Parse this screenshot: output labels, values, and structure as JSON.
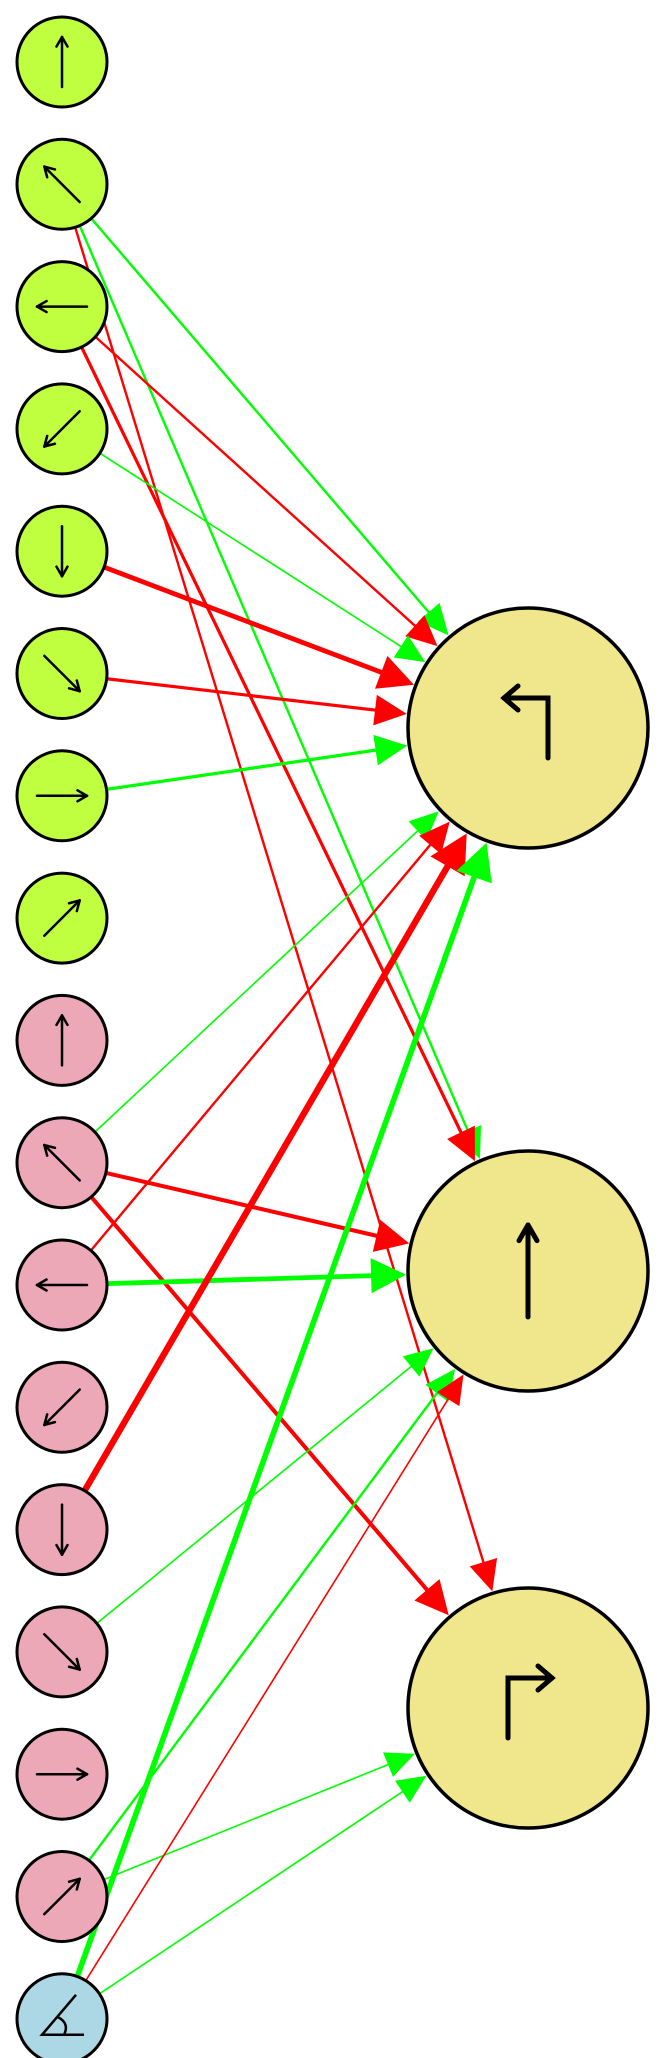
{
  "colors": {
    "green_node": "#c0ff40",
    "pink_node": "#eda8b8",
    "blue_node": "#acd8e6",
    "output_node": "#f0e68c",
    "positive_edge": "#00ff00",
    "negative_edge": "#ff0000",
    "stroke": "#000000"
  },
  "input_nodes": [
    {
      "id": "g-up",
      "group": "green",
      "icon": "arrow-up-icon"
    },
    {
      "id": "g-up-left",
      "group": "green",
      "icon": "arrow-up-left-icon"
    },
    {
      "id": "g-left",
      "group": "green",
      "icon": "arrow-left-icon"
    },
    {
      "id": "g-down-left",
      "group": "green",
      "icon": "arrow-down-left-icon"
    },
    {
      "id": "g-down",
      "group": "green",
      "icon": "arrow-down-icon"
    },
    {
      "id": "g-down-right",
      "group": "green",
      "icon": "arrow-down-right-icon"
    },
    {
      "id": "g-right",
      "group": "green",
      "icon": "arrow-right-icon"
    },
    {
      "id": "g-up-right",
      "group": "green",
      "icon": "arrow-up-right-icon"
    },
    {
      "id": "p-up",
      "group": "pink",
      "icon": "arrow-up-icon"
    },
    {
      "id": "p-up-left",
      "group": "pink",
      "icon": "arrow-up-left-icon"
    },
    {
      "id": "p-left",
      "group": "pink",
      "icon": "arrow-left-icon"
    },
    {
      "id": "p-down-left",
      "group": "pink",
      "icon": "arrow-down-left-icon"
    },
    {
      "id": "p-down",
      "group": "pink",
      "icon": "arrow-down-icon"
    },
    {
      "id": "p-down-right",
      "group": "pink",
      "icon": "arrow-down-right-icon"
    },
    {
      "id": "p-right",
      "group": "pink",
      "icon": "arrow-right-icon"
    },
    {
      "id": "p-up-right",
      "group": "pink",
      "icon": "arrow-up-right-icon"
    },
    {
      "id": "b-angle",
      "group": "blue",
      "icon": "angle-icon"
    }
  ],
  "output_nodes": [
    {
      "id": "out-turn-left",
      "icon": "turn-left-icon"
    },
    {
      "id": "out-forward",
      "icon": "arrow-up-icon"
    },
    {
      "id": "out-turn-right",
      "icon": "turn-right-icon"
    }
  ],
  "edges": [
    {
      "from": "g-up-left",
      "to": "out-turn-left",
      "sign": "positive",
      "weight": 1.5
    },
    {
      "from": "g-up-left",
      "to": "out-forward",
      "sign": "positive",
      "weight": 1.5
    },
    {
      "from": "g-up-left",
      "to": "out-turn-right",
      "sign": "negative",
      "weight": 1.5
    },
    {
      "from": "g-left",
      "to": "out-turn-left",
      "sign": "negative",
      "weight": 1.5
    },
    {
      "from": "g-left",
      "to": "out-forward",
      "sign": "negative",
      "weight": 2
    },
    {
      "from": "g-down-left",
      "to": "out-turn-left",
      "sign": "positive",
      "weight": 1
    },
    {
      "from": "g-down",
      "to": "out-turn-left",
      "sign": "negative",
      "weight": 3
    },
    {
      "from": "g-down-right",
      "to": "out-turn-left",
      "sign": "negative",
      "weight": 2
    },
    {
      "from": "g-right",
      "to": "out-turn-left",
      "sign": "positive",
      "weight": 2
    },
    {
      "from": "p-up-left",
      "to": "out-turn-left",
      "sign": "positive",
      "weight": 1
    },
    {
      "from": "p-up-left",
      "to": "out-forward",
      "sign": "negative",
      "weight": 2.5
    },
    {
      "from": "p-up-left",
      "to": "out-turn-right",
      "sign": "negative",
      "weight": 2.5
    },
    {
      "from": "p-left",
      "to": "out-turn-left",
      "sign": "negative",
      "weight": 1.5
    },
    {
      "from": "p-left",
      "to": "out-forward",
      "sign": "positive",
      "weight": 3
    },
    {
      "from": "p-down",
      "to": "out-turn-left",
      "sign": "negative",
      "weight": 4
    },
    {
      "from": "p-down-right",
      "to": "out-forward",
      "sign": "positive",
      "weight": 1
    },
    {
      "from": "p-up-right",
      "to": "out-forward",
      "sign": "positive",
      "weight": 1.5
    },
    {
      "from": "p-up-right",
      "to": "out-turn-right",
      "sign": "positive",
      "weight": 1
    },
    {
      "from": "b-angle",
      "to": "out-turn-left",
      "sign": "positive",
      "weight": 3.5
    },
    {
      "from": "b-angle",
      "to": "out-forward",
      "sign": "negative",
      "weight": 1
    },
    {
      "from": "b-angle",
      "to": "out-turn-right",
      "sign": "positive",
      "weight": 1
    }
  ]
}
